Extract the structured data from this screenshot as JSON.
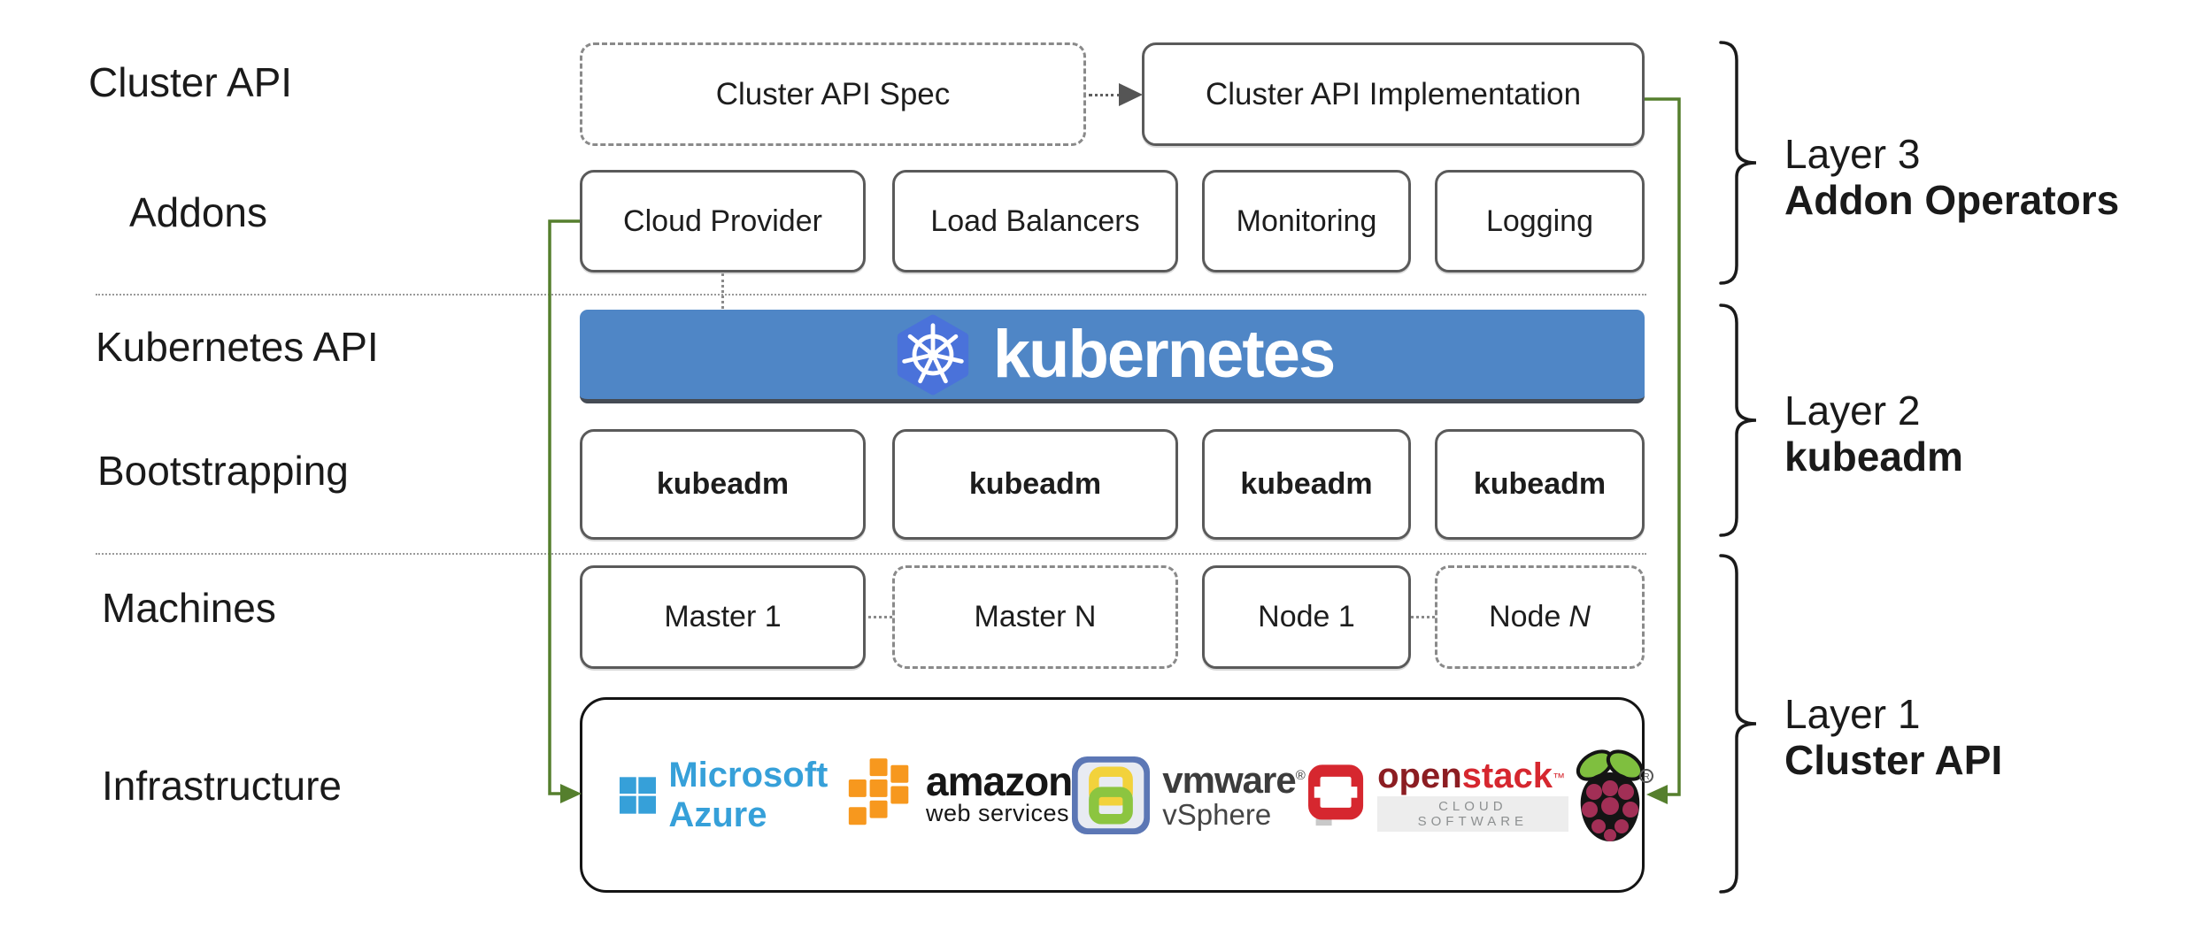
{
  "row_labels": {
    "cluster_api": "Cluster API",
    "addons": "Addons",
    "kubernetes_api": "Kubernetes API",
    "bootstrapping": "Bootstrapping",
    "machines": "Machines",
    "infrastructure": "Infrastructure"
  },
  "cluster_api_row": {
    "spec": "Cluster API Spec",
    "implementation": "Cluster API Implementation"
  },
  "addons_row": {
    "cloud_provider": "Cloud Provider",
    "load_balancers": "Load Balancers",
    "monitoring": "Monitoring",
    "logging": "Logging"
  },
  "banner": {
    "wordmark": "kubernetes"
  },
  "bootstrapping_row": {
    "kubeadm_1": "kubeadm",
    "kubeadm_2": "kubeadm",
    "kubeadm_3": "kubeadm",
    "kubeadm_4": "kubeadm"
  },
  "machines_row": {
    "master_1": "Master 1",
    "master_n": "Master N",
    "node_1": "Node 1",
    "node_n_prefix": "Node",
    "node_n_italic": "N"
  },
  "infrastructure_row": {
    "provider_names": [
      "Google Cloud Platform",
      "Microsoft Azure",
      "Amazon Web Services",
      "VMware vSphere",
      "OpenStack",
      "Raspberry Pi"
    ],
    "azure_text": "Microsoft Azure",
    "aws_text_primary": "amazon",
    "aws_text_secondary": "web services",
    "vmware_text_primary": "vmware",
    "vmware_reg_mark": "®",
    "vmware_text_secondary": "vSphere",
    "openstack_text_open": "open",
    "openstack_text_stack": "stack",
    "openstack_tm": "™",
    "openstack_subtext": "CLOUD SOFTWARE",
    "raspberry_reg_mark": "®"
  },
  "layer_annotations": [
    {
      "line1": "Layer 3",
      "line2": "Addon Operators"
    },
    {
      "line1": "Layer 2",
      "line2": "kubeadm"
    },
    {
      "line1": "Layer 1",
      "line2": "Cluster API"
    }
  ],
  "colors": {
    "banner_blue": "#4f86c6",
    "k8s_hexagon_blue": "#4a72da",
    "accent_green": "#557f2d",
    "azure_blue": "#36a0d9",
    "aws_orange": "#f7981e",
    "openstack_red": "#d6272f",
    "openstack_dark_red": "#8c1d22",
    "raspberry_crimson": "#a22f56",
    "leaf_green": "#7fbf3f",
    "gcp_blue": "#4285f4",
    "gcp_red": "#db4437",
    "gcp_yellow": "#f4b400"
  }
}
